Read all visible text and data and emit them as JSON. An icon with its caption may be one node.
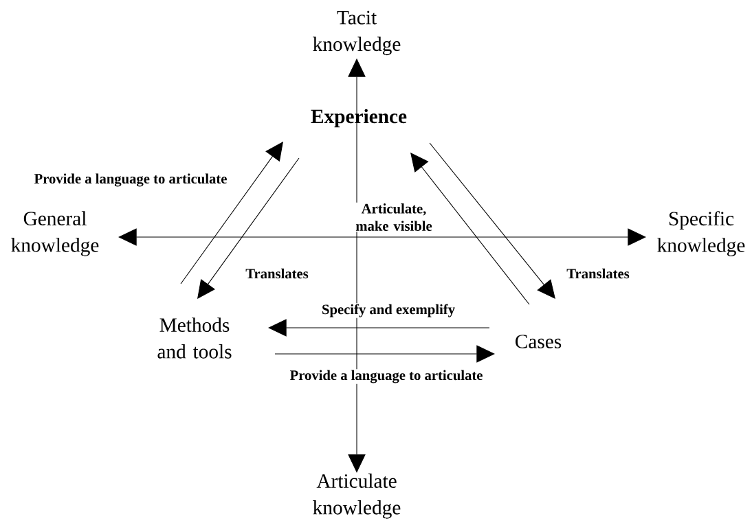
{
  "diagram": {
    "nodes": [
      {
        "text": [
          "Experience"
        ]
      },
      {
        "text": [
          "Methods and tools"
        ]
      },
      {
        "text": [
          "Cases"
        ]
      }
    ],
    "edges": [
      {
        "from": 1,
        "to": 0,
        "arrow": "to",
        "label": "Provide a language to articulate"
      },
      {
        "from": 0,
        "to": 1,
        "arrow": "to",
        "label": "Translates"
      },
      {
        "from": 2,
        "to": 0,
        "arrow": "to",
        "label": "Articulate, make visible"
      },
      {
        "from": 0,
        "to": 2,
        "arrow": "to",
        "label": "Translates"
      },
      {
        "from": 2,
        "to": 1,
        "arrow": "to",
        "label": "Specify and exemplify"
      },
      {
        "from": 1,
        "to": 2,
        "arrow": "to",
        "label": "Provide a language to articulate"
      }
    ],
    "labels": [
      "Tacit knowledge",
      "General knowledge",
      "Specific knowledge",
      "Articulate knowledge"
    ]
  }
}
